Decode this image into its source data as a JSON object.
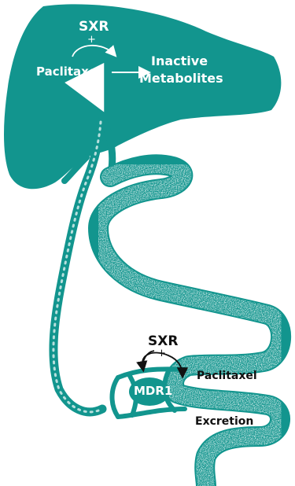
{
  "colors": {
    "teal": "#12958e",
    "white": "#ffffff",
    "ink": "#111111"
  },
  "liver": {
    "regulator": "SXR",
    "plus": "+",
    "drug": "Paclitaxel",
    "product_line1": "Inactive",
    "product_line2": "Metabolites"
  },
  "intestine": {
    "regulator": "SXR",
    "plus": "+",
    "transporter": "MDR1",
    "drug": "Paclitaxel",
    "outcome": "Excretion"
  }
}
